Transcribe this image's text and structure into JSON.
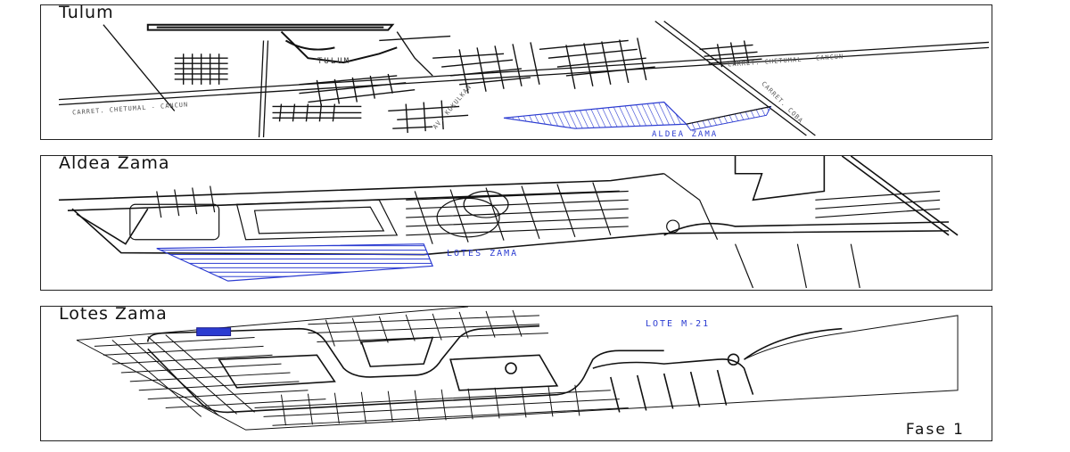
{
  "panels": {
    "tulum": {
      "title": "Tulum",
      "labels": {
        "town": "TULUM",
        "aldea": "ALDEA ZAMA",
        "road_left": "CARRET. CHETUMAL - CANCUN",
        "road_right": "CARRET. CHETUMAL - CANCUN",
        "road_diag": "CARRET. COBA",
        "avenue": "AV. KUKULKAN"
      }
    },
    "aldea_zama": {
      "title": "Aldea Zama",
      "labels": {
        "lotes": "LOTES ZAMA"
      }
    },
    "lotes_zama": {
      "title": "Lotes Zama",
      "labels": {
        "lote": "LOTE M-21",
        "phase": "Fase 1"
      }
    }
  },
  "colors": {
    "highlight": "#2b3bd1",
    "line": "#111111",
    "hatch_fill": "#8a93ee"
  }
}
